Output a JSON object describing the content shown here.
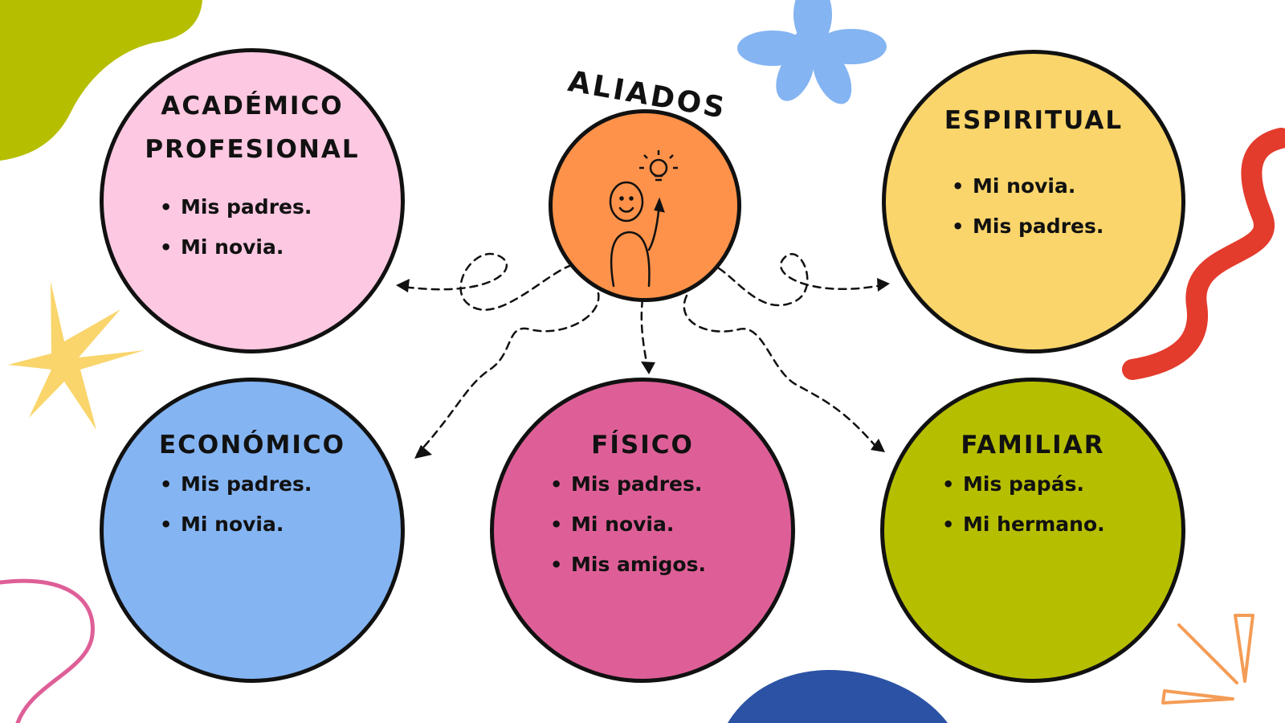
{
  "center": {
    "title": "ALIADOS"
  },
  "cards": [
    {
      "id": "academico",
      "title_lines": [
        "ACADÉMICO",
        "PROFESIONAL"
      ],
      "items": [
        "Mis padres.",
        "Mi novia."
      ],
      "color": "#FDC8E1"
    },
    {
      "id": "espiritual",
      "title_lines": [
        "ESPIRITUAL"
      ],
      "items": [
        "Mi novia.",
        "Mis padres."
      ],
      "color": "#F9D56B"
    },
    {
      "id": "economico",
      "title_lines": [
        "ECONÓMICO"
      ],
      "items": [
        "Mis padres.",
        "Mi novia."
      ],
      "color": "#84B4F2"
    },
    {
      "id": "fisico",
      "title_lines": [
        "FÍSICO"
      ],
      "items": [
        "Mis padres.",
        "Mi novia.",
        "Mis amigos."
      ],
      "color": "#DE5F97"
    },
    {
      "id": "familiar",
      "title_lines": [
        "FAMILIAR"
      ],
      "items": [
        "Mis papás.",
        "Mi hermano."
      ],
      "color": "#B6BE00"
    }
  ],
  "colors": {
    "center_circle": "#FE924A",
    "outline": "#111111",
    "blob_green": "#B6BE00",
    "flower_blue": "#84B4F2",
    "star_yellow": "#F9D56B",
    "squiggle_red": "#E33B2C",
    "curve_pink": "#DE5F97",
    "blob_navy": "#2B52A4",
    "burst_orange": "#F49C56"
  },
  "icons": [
    "lightbulb-icon",
    "thinking-person-icon"
  ]
}
